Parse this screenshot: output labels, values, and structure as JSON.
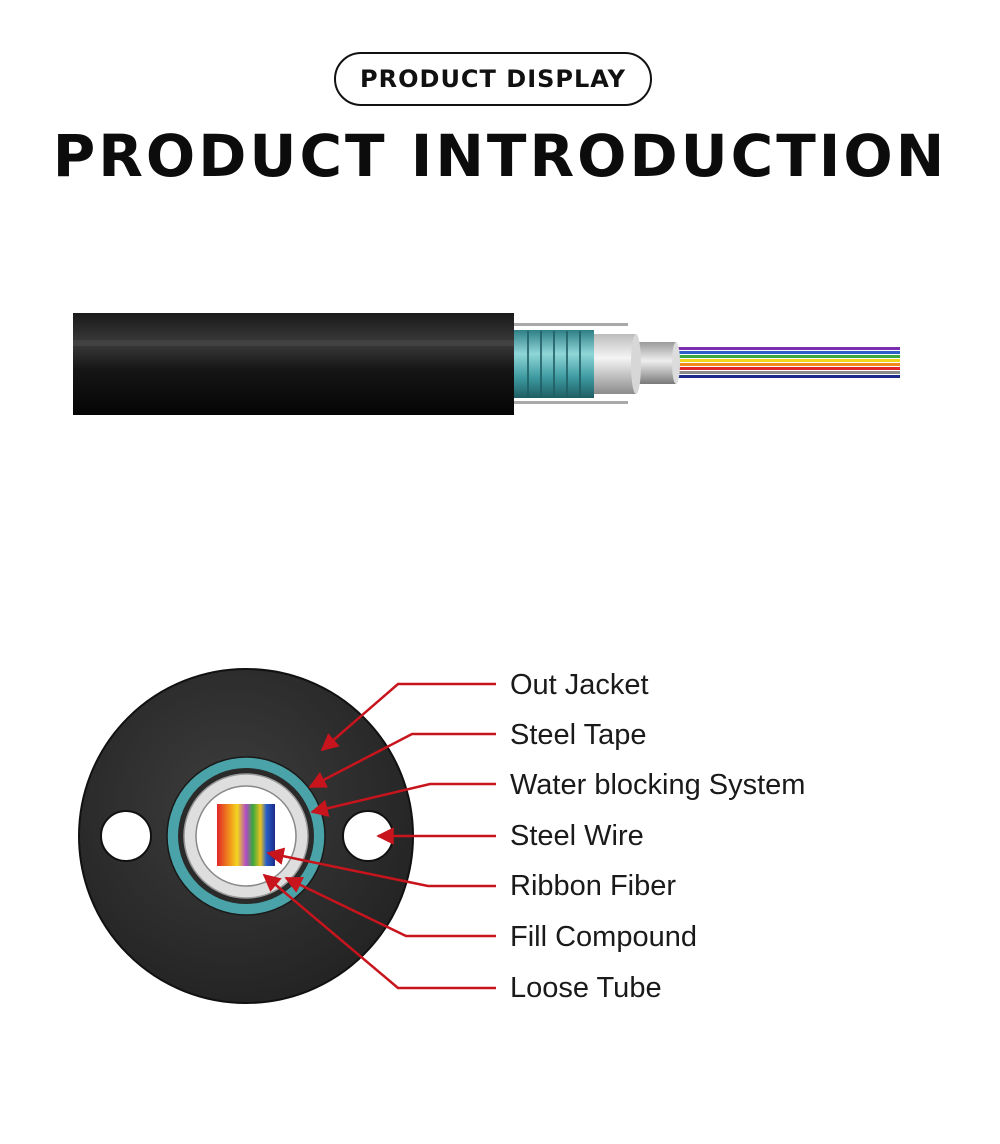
{
  "header": {
    "badge": "PRODUCT DISPLAY",
    "title": "PRODUCT INTRODUCTION"
  },
  "diagram": {
    "labels": [
      "Out Jacket",
      "Steel Tape",
      "Water blocking System",
      "Steel Wire",
      "Ribbon Fiber",
      "Fill Compound",
      "Loose Tube"
    ],
    "colors": {
      "jacket": "#2b2b2b",
      "steel_tape": "#4aa3a8",
      "leader_line": "#c8141c",
      "fibers": [
        "#e0262a",
        "#f08a1c",
        "#f2d61e",
        "#3aa83c",
        "#2a60c8",
        "#7a2fb0"
      ]
    }
  }
}
